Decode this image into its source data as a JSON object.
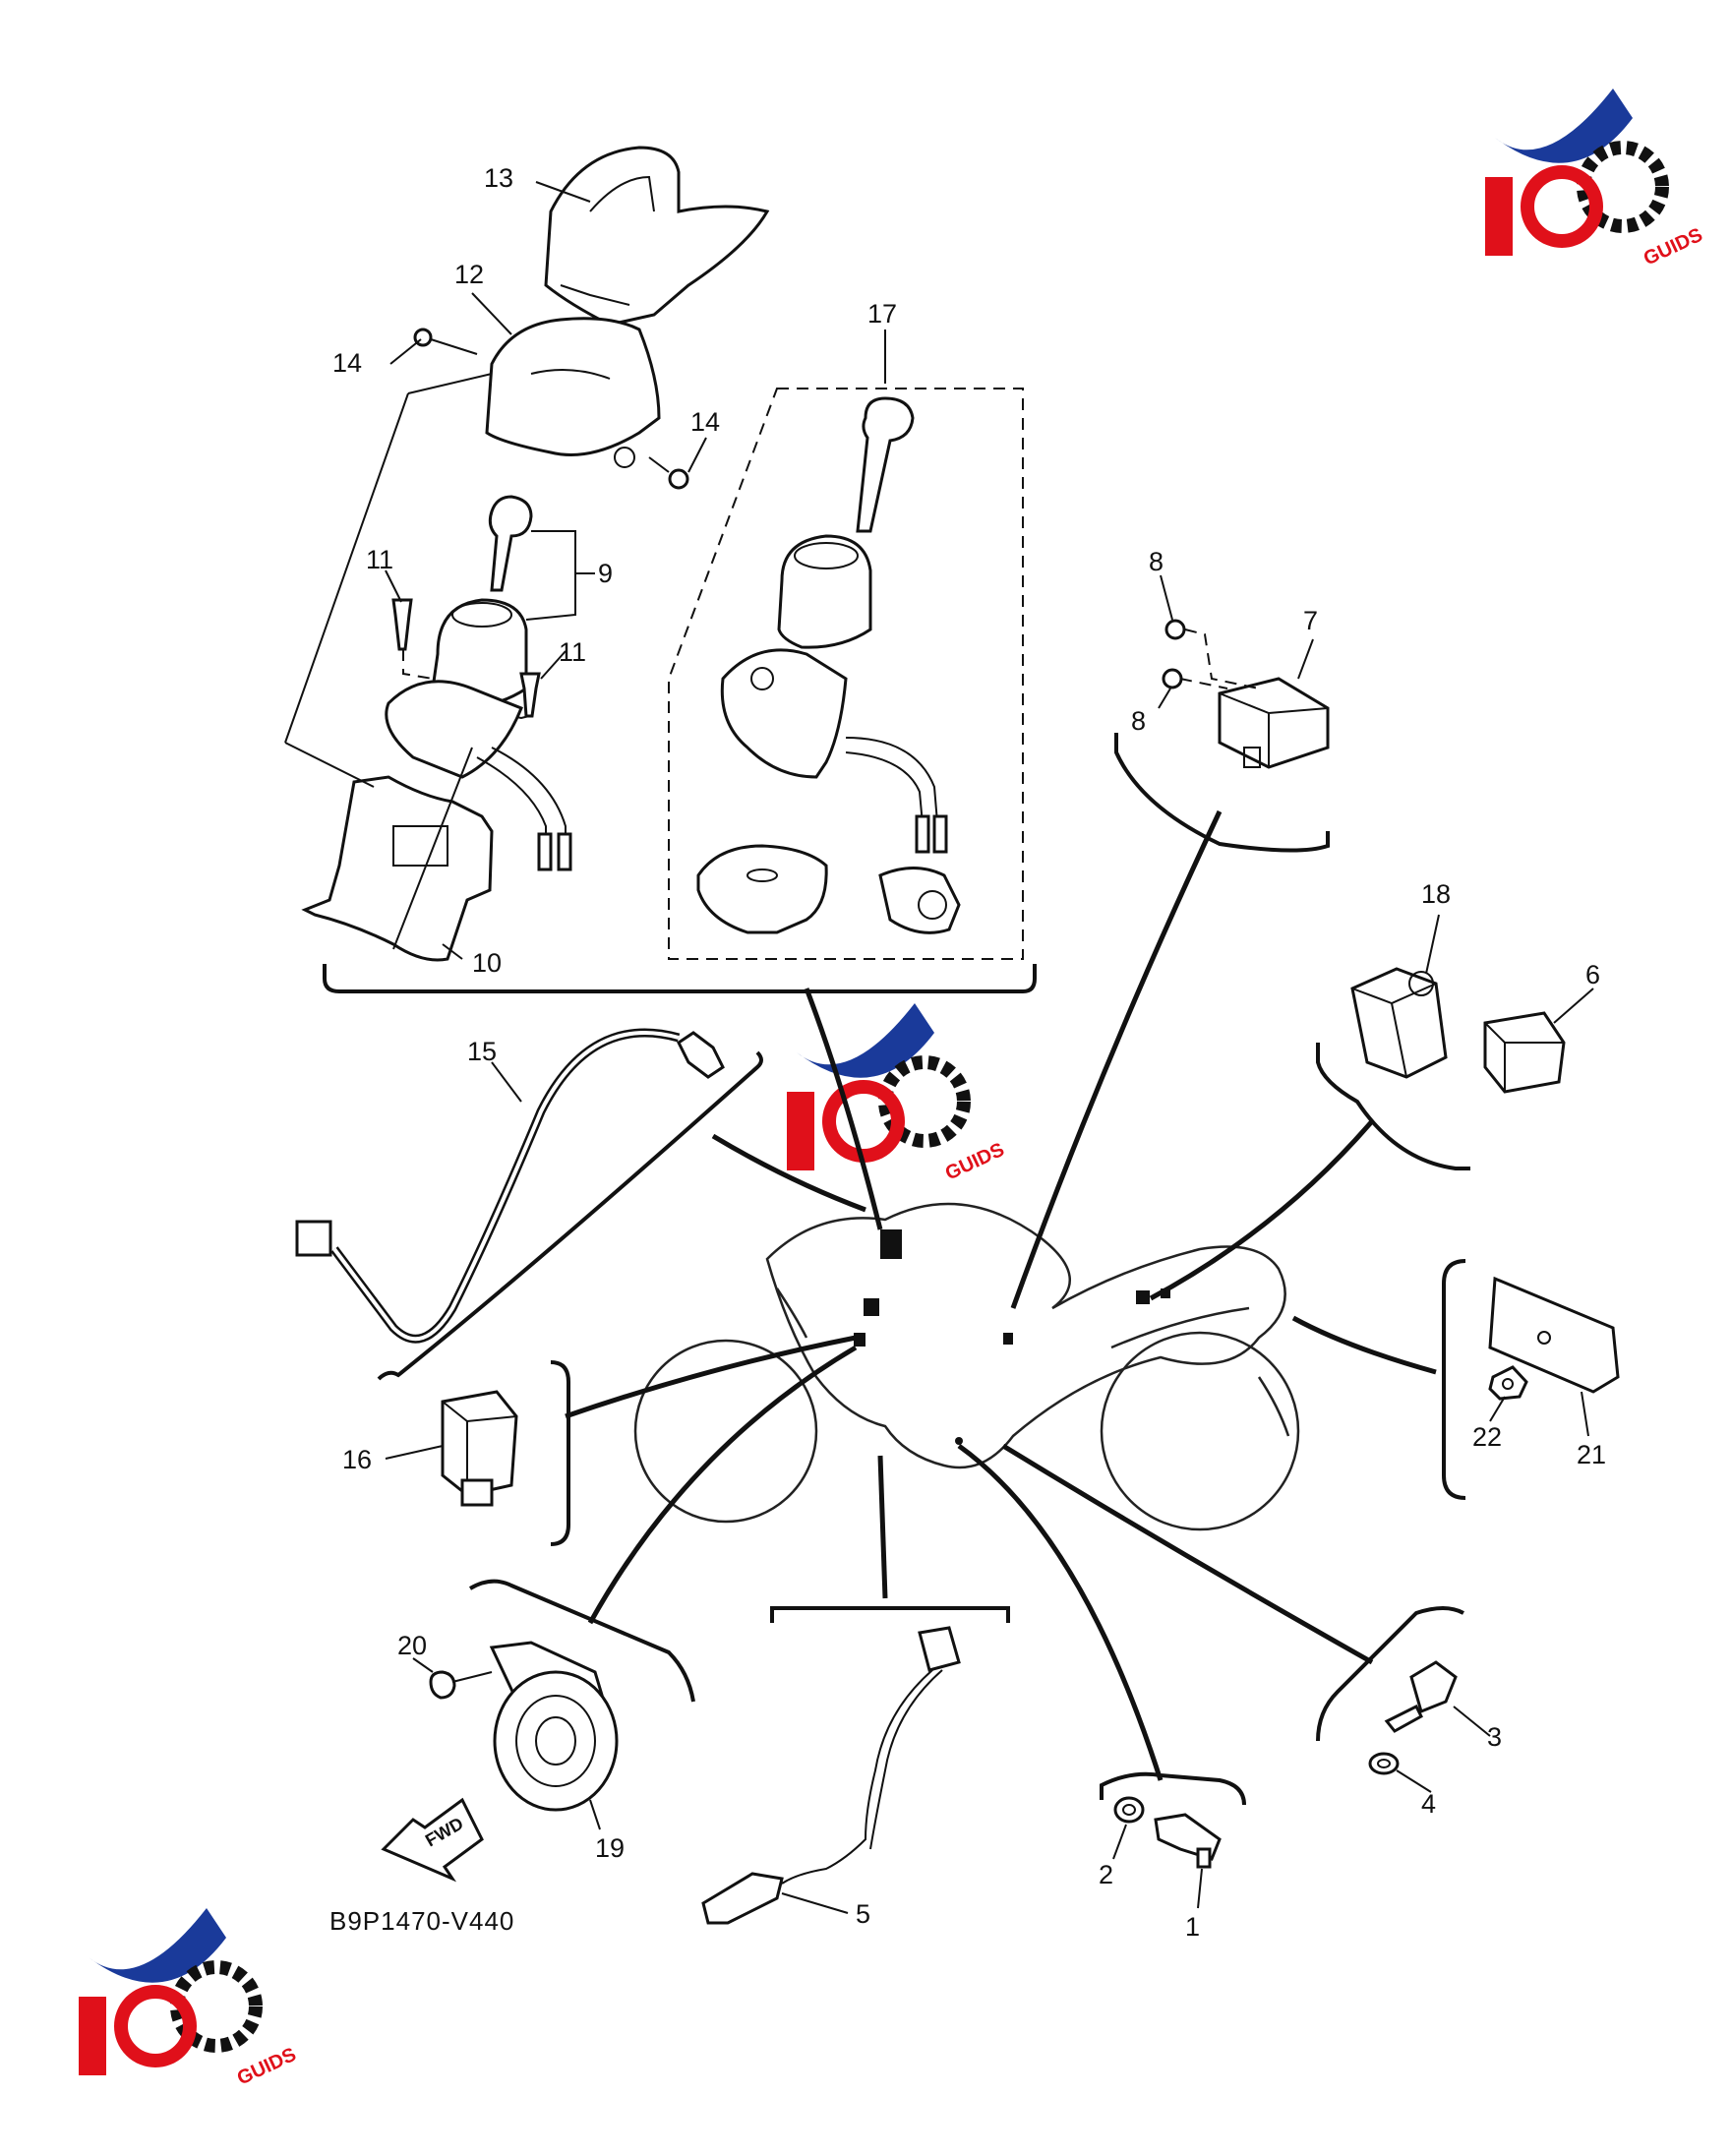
{
  "diagram": {
    "part_code": "B9P1470-V440",
    "direction_label": "FWD",
    "watermark": {
      "text": "GUIDS"
    },
    "callouts": [
      {
        "id": "c1",
        "text": "1"
      },
      {
        "id": "c2",
        "text": "2"
      },
      {
        "id": "c3",
        "text": "3"
      },
      {
        "id": "c4",
        "text": "4"
      },
      {
        "id": "c5",
        "text": "5"
      },
      {
        "id": "c6",
        "text": "6"
      },
      {
        "id": "c7",
        "text": "7"
      },
      {
        "id": "c8a",
        "text": "8"
      },
      {
        "id": "c8b",
        "text": "8"
      },
      {
        "id": "c9",
        "text": "9"
      },
      {
        "id": "c10",
        "text": "10"
      },
      {
        "id": "c11a",
        "text": "11"
      },
      {
        "id": "c11b",
        "text": "11"
      },
      {
        "id": "c12",
        "text": "12"
      },
      {
        "id": "c13",
        "text": "13"
      },
      {
        "id": "c14a",
        "text": "14"
      },
      {
        "id": "c14b",
        "text": "14"
      },
      {
        "id": "c15",
        "text": "15"
      },
      {
        "id": "c16",
        "text": "16"
      },
      {
        "id": "c17",
        "text": "17"
      },
      {
        "id": "c18",
        "text": "18"
      },
      {
        "id": "c19",
        "text": "19"
      },
      {
        "id": "c20",
        "text": "20"
      },
      {
        "id": "c21",
        "text": "21"
      },
      {
        "id": "c22",
        "text": "22"
      }
    ]
  },
  "colors": {
    "ink": "#111111",
    "brand_red": "#e0101a",
    "brand_blue": "#1a3a9a"
  }
}
